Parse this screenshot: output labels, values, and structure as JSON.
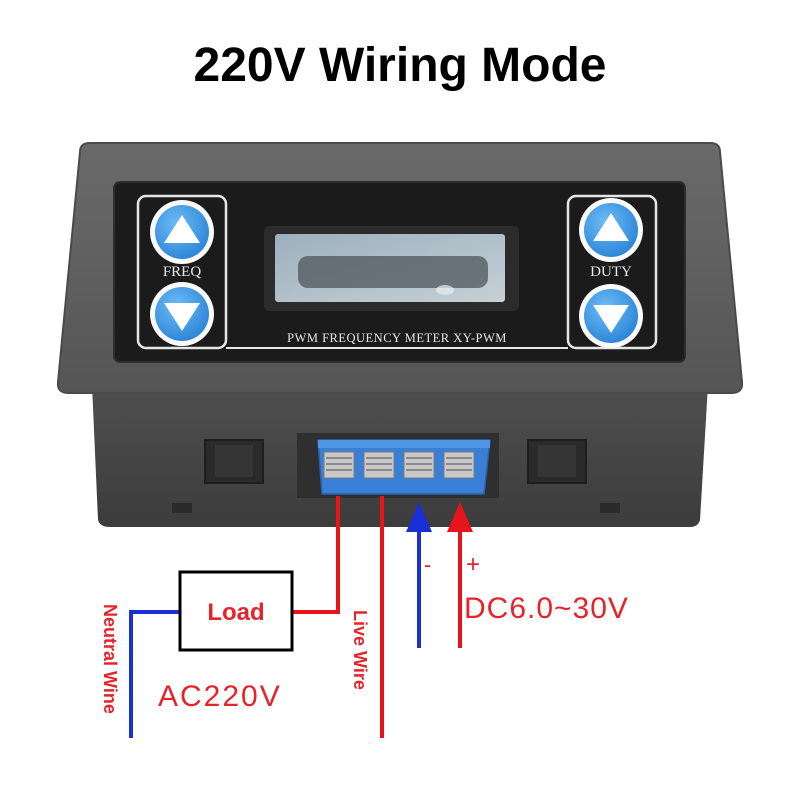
{
  "title": "220V Wiring Mode",
  "device": {
    "panel_label": "PWM FREQUENCY METER XY-PWM",
    "left_group_label": "FREQ",
    "right_group_label": "DUTY",
    "buttons": [
      "up",
      "down",
      "up",
      "down"
    ]
  },
  "wiring": {
    "load_label": "Load",
    "ac_label": "AC220V",
    "dc_label": "DC6.0~30V",
    "neutral_label": "Neutral Wine",
    "live_label": "Live Wire",
    "minus_sign": "-",
    "plus_sign": "+"
  },
  "colors": {
    "red_wire": "#e8141b",
    "blue_wire": "#1a2fd6",
    "terminal_block": "#3a7fd6",
    "button_fill": "#3f9be9",
    "label_red": "#e5232a",
    "housing": "#5b5b5b",
    "faceplate": "#1a1a1a"
  }
}
